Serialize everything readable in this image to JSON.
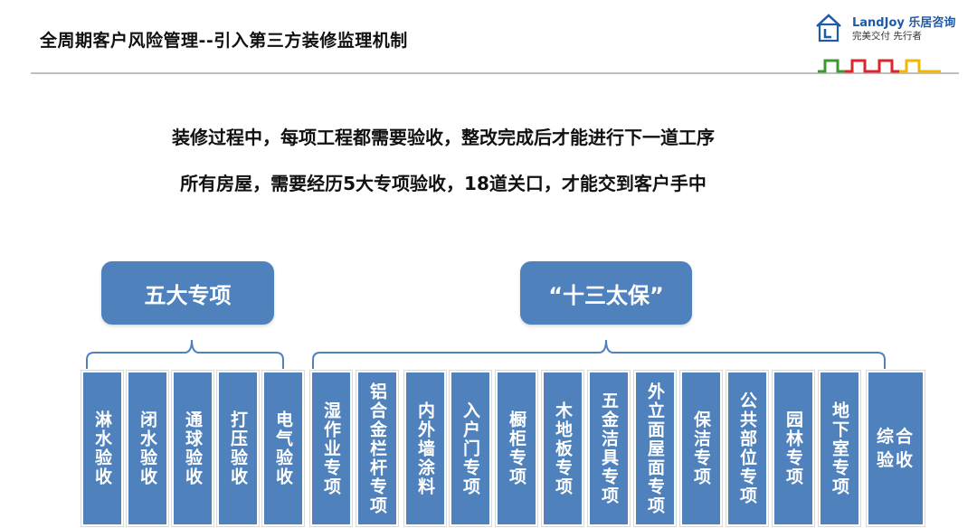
{
  "header": {
    "title": "全周期客户风险管理--引入第三方装修监理机制",
    "logo_name": "LandJoy 乐居咨询",
    "logo_slogan": "完美交付 先行者"
  },
  "headlines": [
    "装修过程中，每项工程都需要验收，整改完成后才能进行下一道工序",
    "所有房屋，需要经历5大专项验收，18道关口，才能交到客户手中"
  ],
  "groups": [
    {
      "label": "五大专项",
      "items": [
        "淋水验收",
        "闭水验收",
        "通球验收",
        "打压验收",
        "电气验收"
      ]
    },
    {
      "label": "“十三太保”",
      "items": [
        "湿作业专项",
        "铝合金栏杆专项",
        "内外墙涂料",
        "入户门专项",
        "橱柜专项",
        "木地板专项",
        "五金洁具专项",
        "外立面屋面专项",
        "保洁专项",
        "公共部位专项",
        "园林专项",
        "地下室专项",
        "综合验收"
      ]
    }
  ],
  "colors": {
    "box": "#4f81bd",
    "brace": "#4f81bd",
    "rule": "#bfbfbf",
    "logo_blue": "#1f5aa6",
    "wave_green": "#3a9a2f",
    "wave_red": "#d9262b",
    "wave_yellow": "#f2b705"
  }
}
